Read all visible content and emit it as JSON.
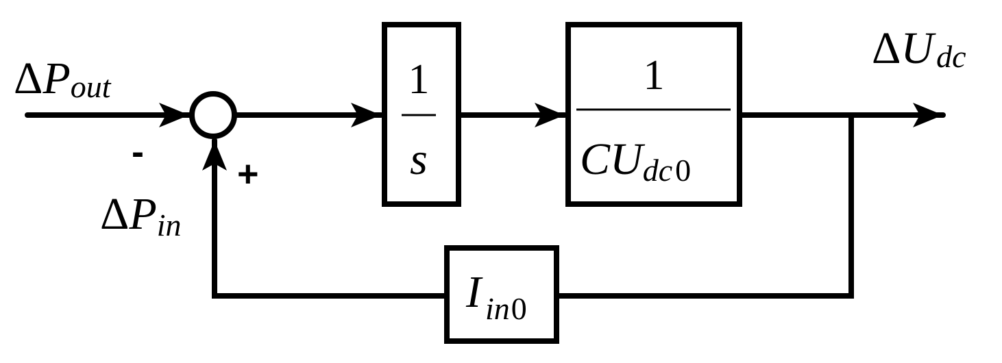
{
  "signals": {
    "p_out": {
      "delta": "Δ",
      "symbol": "P",
      "subscript": "out"
    },
    "p_in": {
      "delta": "Δ",
      "symbol": "P",
      "subscript": "in"
    },
    "u_dc": {
      "delta": "Δ",
      "symbol": "U",
      "subscript": "dc"
    }
  },
  "summing_junction": {
    "minus_sign": "-",
    "plus_sign": "+"
  },
  "blocks": {
    "integrator": {
      "numerator": "1",
      "denominator": "s"
    },
    "capacitor_gain": {
      "numerator": "1",
      "denominator_symbol": "CU",
      "denominator_subscript_letters": "dc",
      "denominator_subscript_number": "0"
    },
    "feedback_gain": {
      "symbol": "I",
      "subscript_letters": "in",
      "subscript_number": "0"
    }
  },
  "colors": {
    "line": "#000000",
    "background": "#ffffff"
  }
}
